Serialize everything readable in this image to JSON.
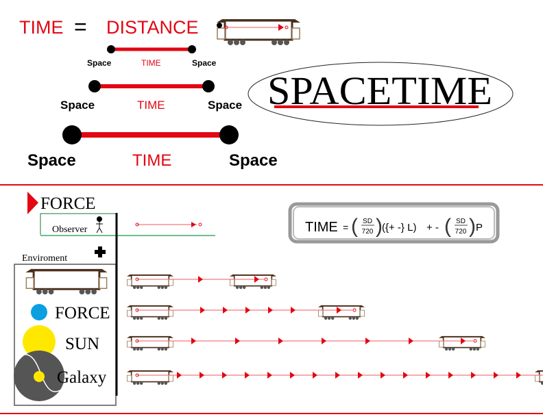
{
  "header": {
    "time": "TIME",
    "equals": "=",
    "distance": "DISTANCE"
  },
  "scales": [
    {
      "left": "Space",
      "middle": "TIME",
      "right": "Space"
    },
    {
      "left": "Space",
      "middle": "TIME",
      "right": "Space"
    },
    {
      "left": "Space",
      "middle": "TIME",
      "right": "Space"
    }
  ],
  "title": "SPACETIME",
  "force_heading": "FORCE",
  "observer_label": "Observer",
  "environment_label": "Enviroment",
  "legend": {
    "force": "FORCE",
    "sun": "SUN",
    "galaxy": "Galaxy"
  },
  "formula": {
    "lhs": "TIME",
    "eq": "=",
    "num1": "SD",
    "den1": "720",
    "mid": "({+ -} L)",
    "op": "+ -",
    "num2": "SD",
    "den2": "720",
    "end": "P"
  },
  "colors": {
    "red": "#e30613",
    "arrow_line": "#f07a80",
    "train_brown": "#4a2f1b",
    "green": "#6cc08a",
    "blue": "#0aa0e0",
    "yellow": "#ffe800",
    "galaxy": "#555555"
  }
}
